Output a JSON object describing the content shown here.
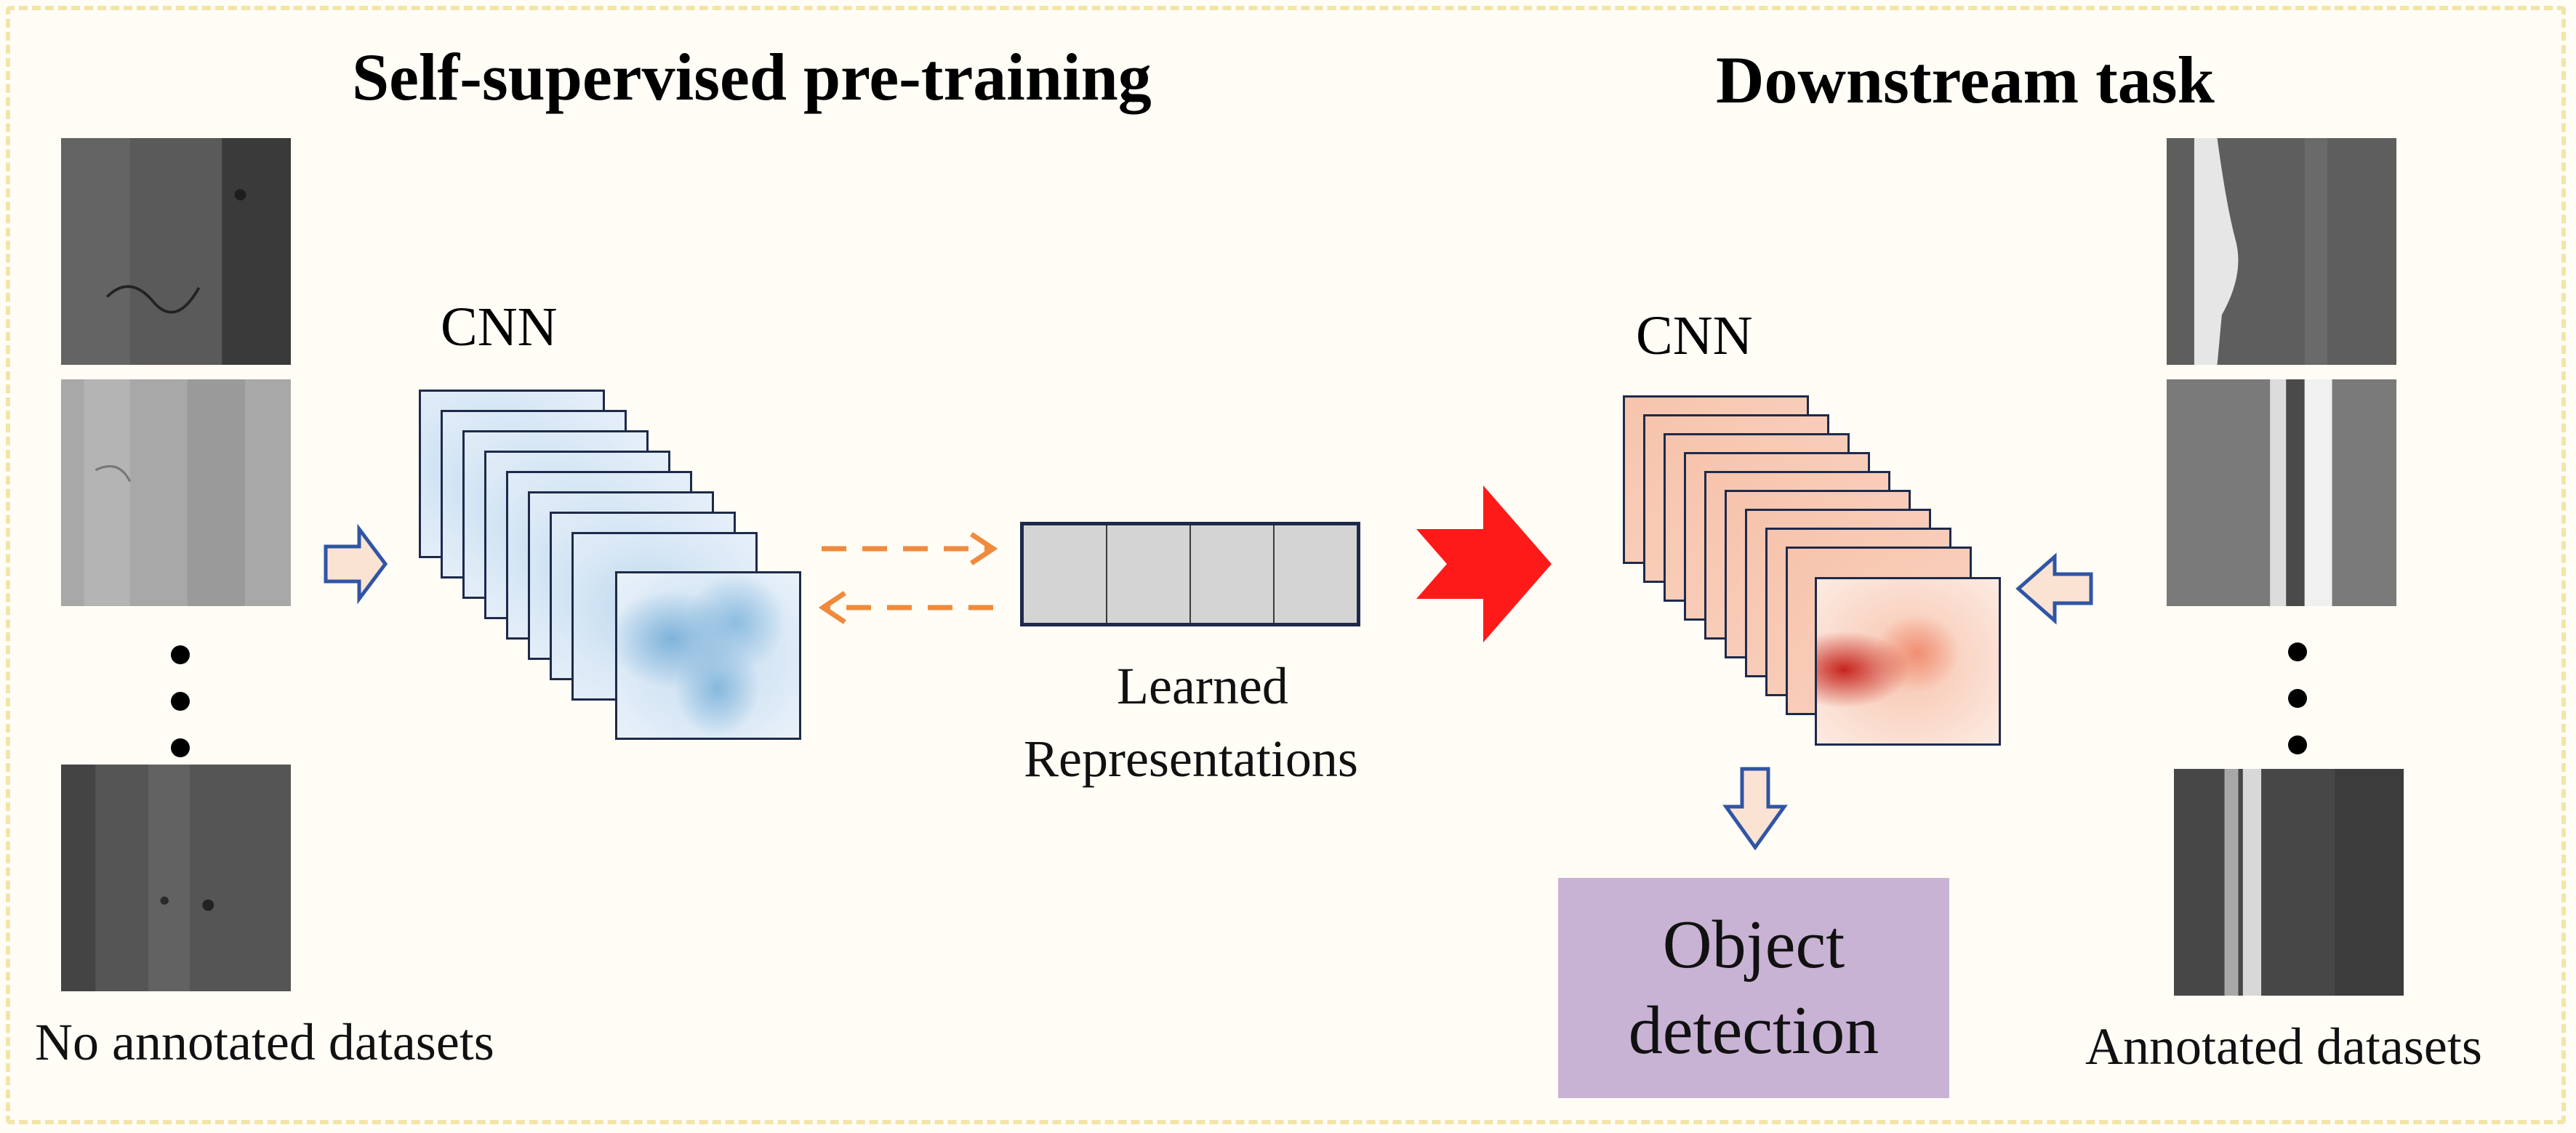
{
  "left_title": "Self-supervised pre-training",
  "right_title": "Downstream task",
  "left_cnn_label": "CNN",
  "right_cnn_label": "CNN",
  "vector_label_line1": "Learned",
  "vector_label_line2": "Representations",
  "left_dataset_label": "No annotated datasets",
  "right_dataset_label": "Annotated datasets",
  "detection_line1": "Object",
  "detection_line2": "detection",
  "colors": {
    "border": "#f3e5a8",
    "block_arrow_fill": "#fbe3d4",
    "block_arrow_stroke": "#2f55a4",
    "dashed_arrow": "#f08a3c",
    "big_arrow": "#ff1a1a",
    "detection_box": "#c9b3d4",
    "vector_fill": "#d4d4d4"
  }
}
